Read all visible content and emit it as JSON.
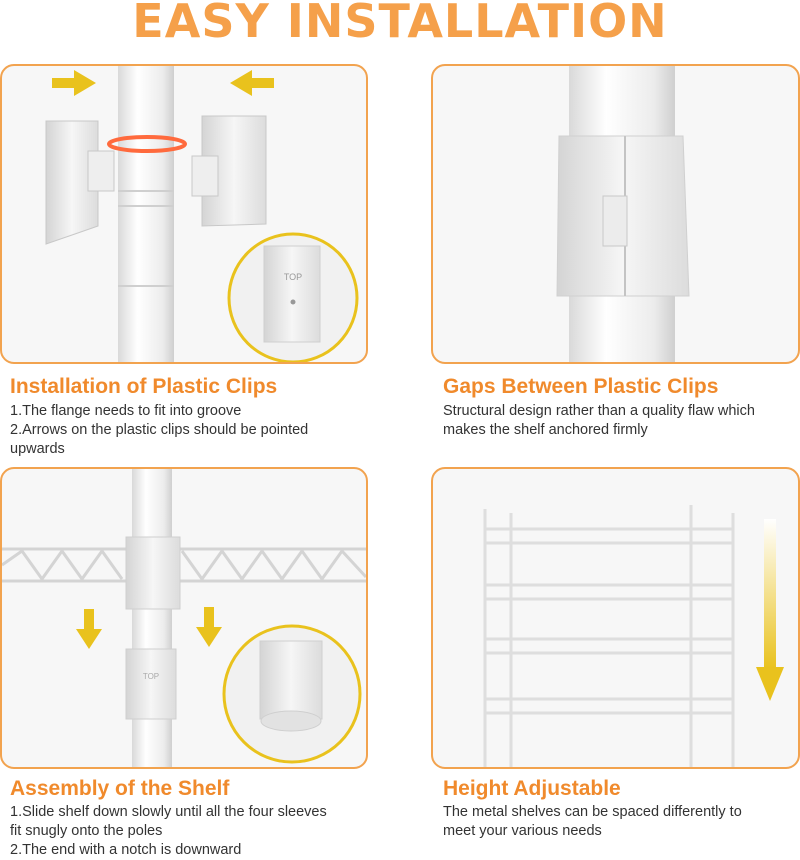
{
  "page": {
    "title": "EASY INSTALLATION"
  },
  "colors": {
    "accent": "#f08a2c",
    "border": "#f2a34f",
    "arrow": "#e9c21d",
    "glow": "#ff6a3d"
  },
  "sections": [
    {
      "title": "Installation of Plastic Clips",
      "lines": [
        "1.The flange needs to fit into groove",
        "2.Arrows on the plastic clips should be pointed",
        "upwards"
      ],
      "inset_label": "TOP"
    },
    {
      "title": "Gaps Between Plastic Clips",
      "lines": [
        "Structural design rather than a quality flaw which",
        "makes the shelf anchored firmly"
      ]
    },
    {
      "title": "Assembly of the Shelf",
      "lines": [
        "1.Slide shelf down slowly until all the four sleeves",
        "fit snugly onto the poles",
        "2.The end with a notch is downward"
      ],
      "inset_label": "TOP"
    },
    {
      "title": "Height Adjustable",
      "lines": [
        "The metal shelves can be spaced differently to",
        "meet your various needs"
      ]
    }
  ]
}
